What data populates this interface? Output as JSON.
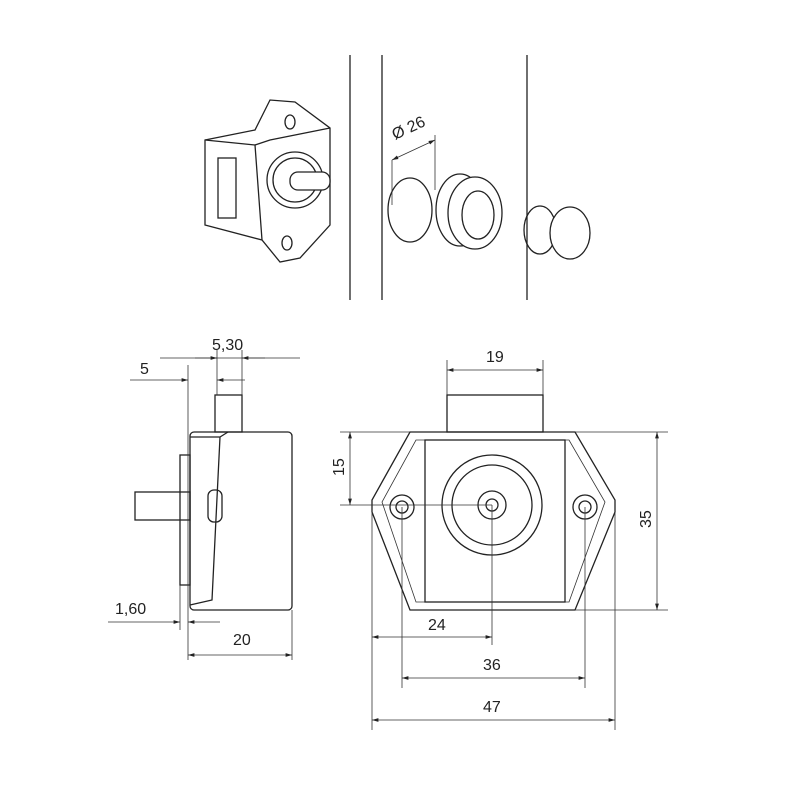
{
  "title": "Push button latch technical drawing",
  "colors": {
    "line": "#222222",
    "background": "#ffffff"
  },
  "dimensions": {
    "hole_diameter": "Ø 26",
    "pin_offset": "5,30",
    "plate_offset": "5",
    "plate_thickness": "1,60",
    "body_depth": "20",
    "tab_width": "19",
    "center_height": "15",
    "total_height": "35",
    "center_to_edge": "24",
    "hole_spacing": "36",
    "total_width": "47"
  }
}
